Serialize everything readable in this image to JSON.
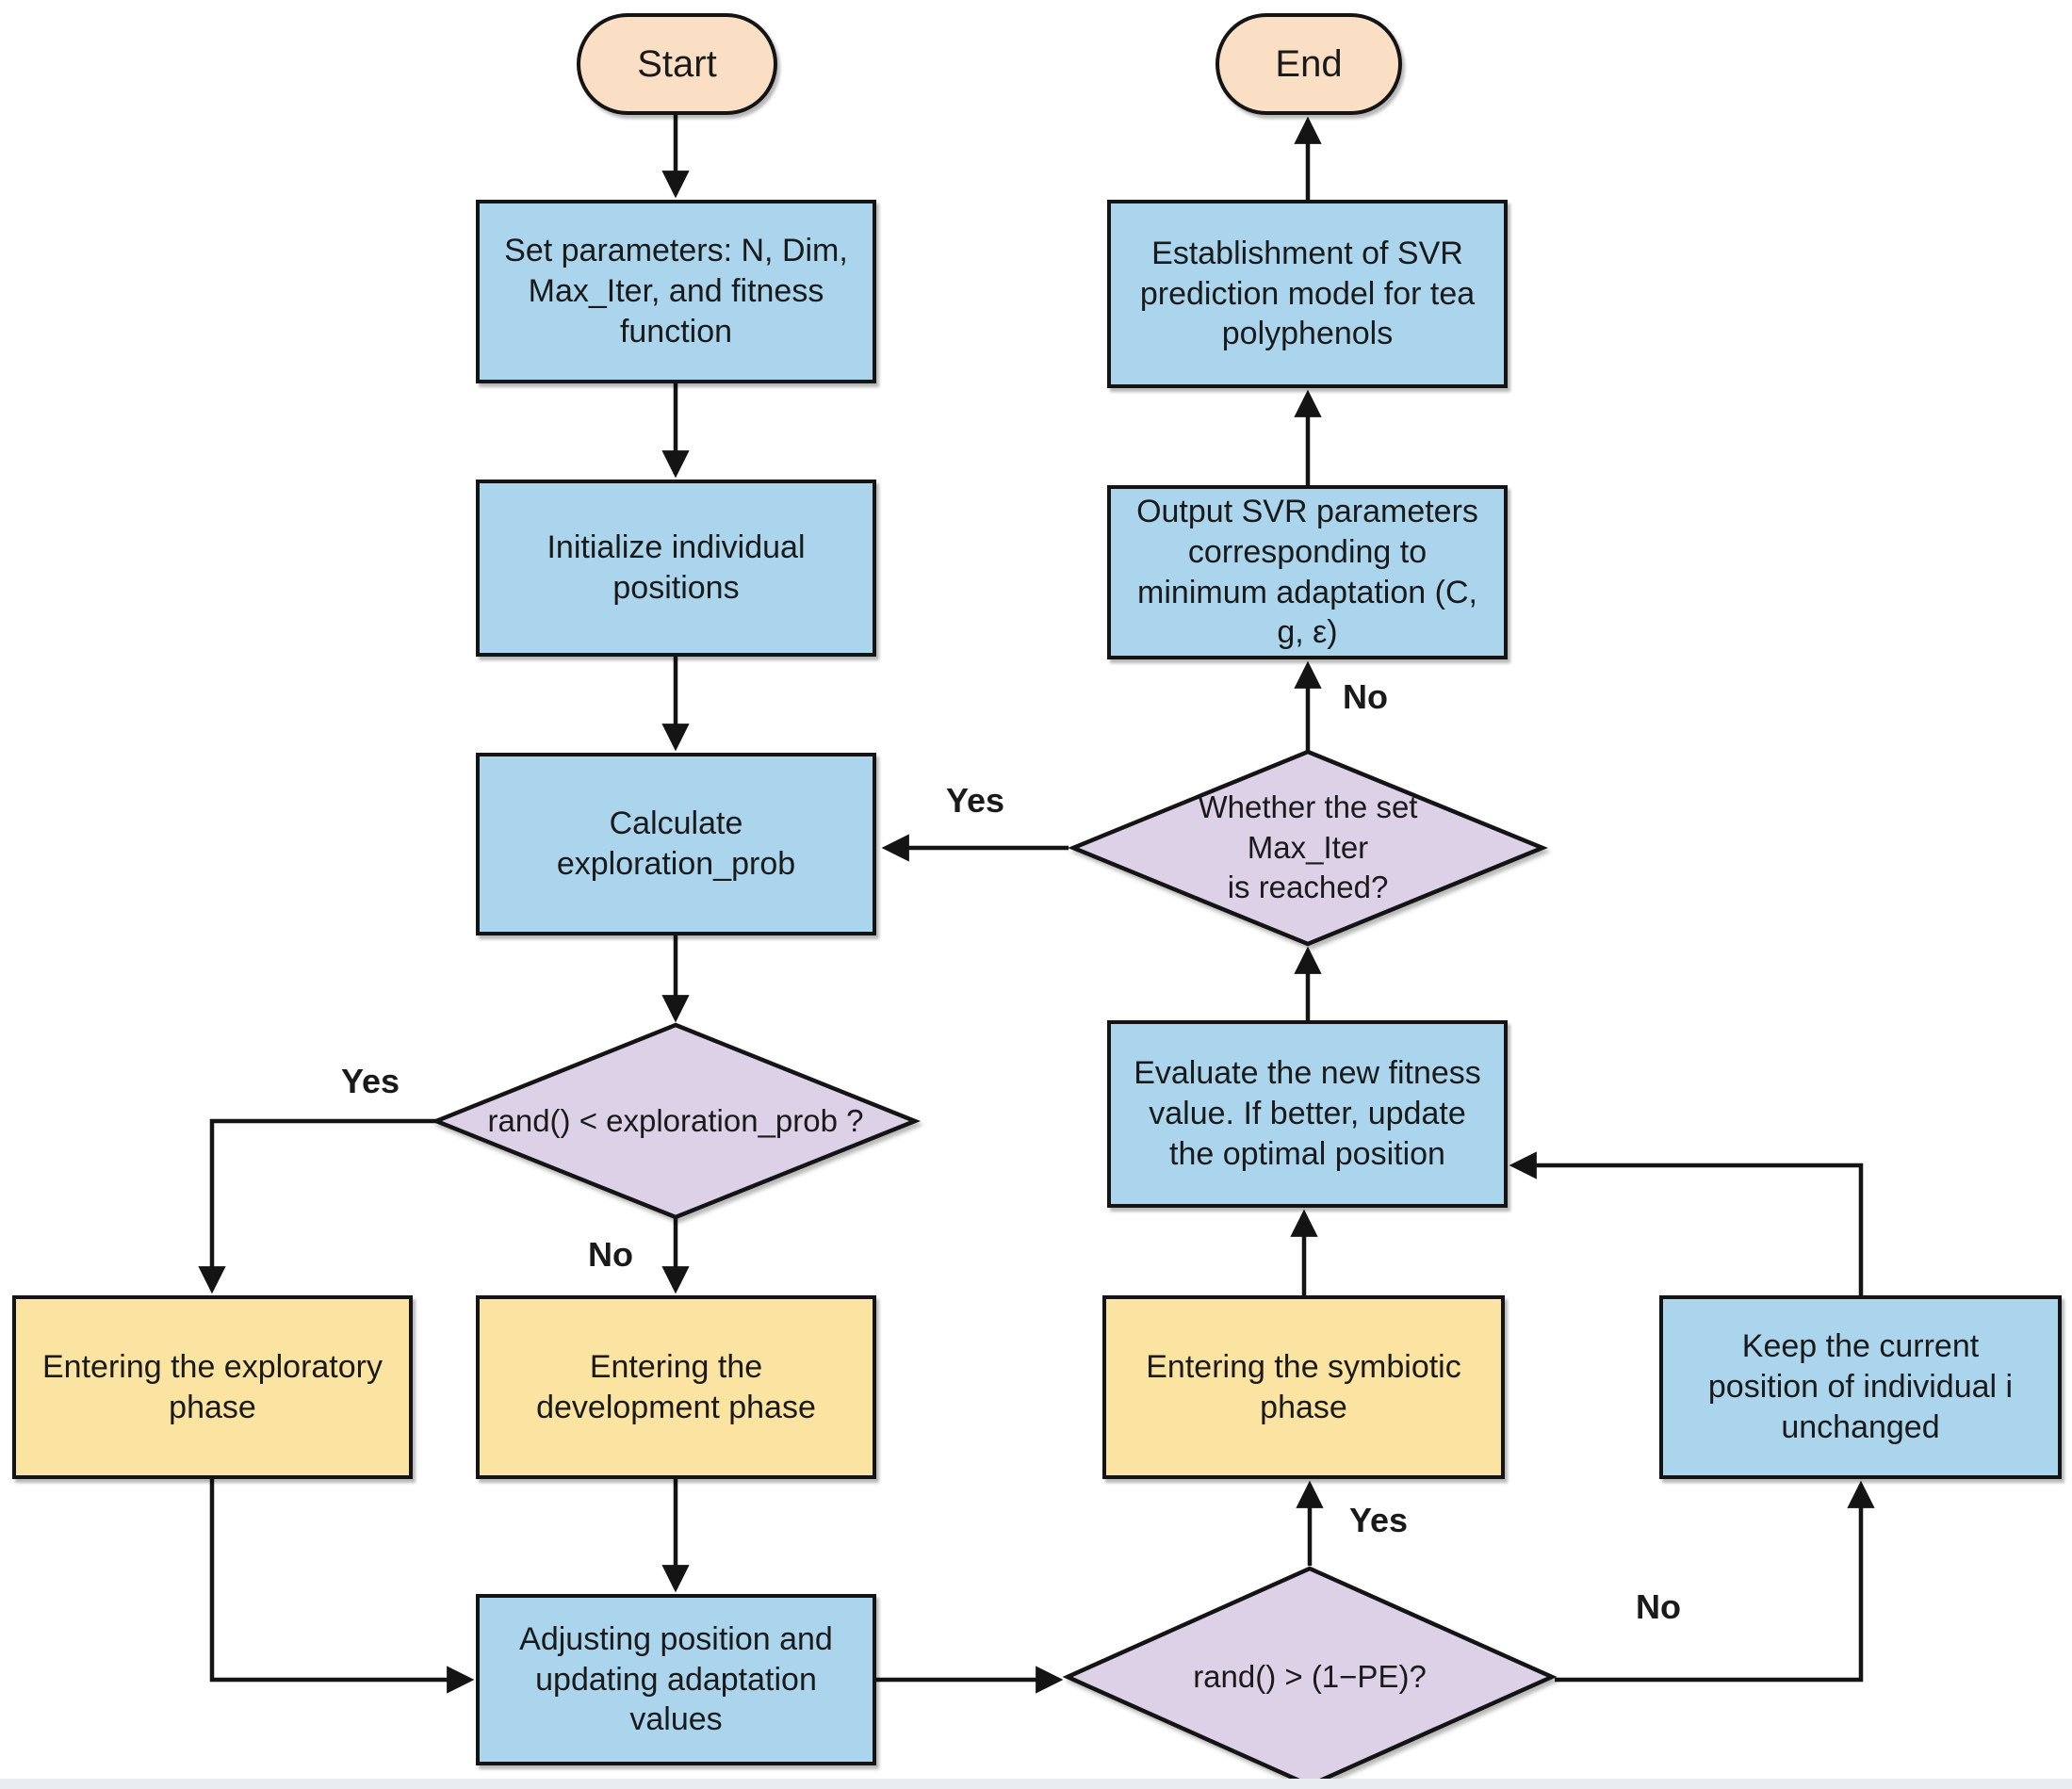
{
  "colors": {
    "process_fill": "#aad5ec",
    "phase_fill": "#fbe3a2",
    "decision_fill": "#ddd1e8",
    "terminator_fill": "#fbdfc4",
    "outline": "#141414",
    "bottom_strip": "#e9edf0"
  },
  "nodes": {
    "start": {
      "label": "Start"
    },
    "set_params": {
      "label": "Set parameters: N, Dim,\nMax_Iter, and fitness\nfunction"
    },
    "initialize": {
      "label": "Initialize individual\npositions"
    },
    "calculate": {
      "label": "Calculate\nexploration_prob"
    },
    "explore_decision": {
      "label": "rand() < exploration_prob ?"
    },
    "exploratory": {
      "label": "Entering the exploratory\nphase"
    },
    "development": {
      "label": "Entering the\ndevelopment phase"
    },
    "adjusting": {
      "label": "Adjusting position and\nupdating adaptation\nvalues"
    },
    "pe_decision": {
      "label": "rand() > (1−PE)?"
    },
    "symbiotic": {
      "label": "Entering the symbiotic\nphase"
    },
    "keep": {
      "label": "Keep the current\nposition of individual i\nunchanged"
    },
    "evaluate": {
      "label": "Evaluate the new fitness\nvalue. If better, update\nthe optimal position"
    },
    "maxiter_decision": {
      "label": "Whether the set\nMax_Iter\nis reached?"
    },
    "output": {
      "label": "Output SVR parameters\ncorresponding to\nminimum adaptation (C,\ng, ε)"
    },
    "establishment": {
      "label": "Establishment of SVR\nprediction model for tea\npolyphenols"
    },
    "end": {
      "label": "End"
    }
  },
  "edge_labels": {
    "explore_yes": "Yes",
    "explore_no": "No",
    "maxiter_yes": "Yes",
    "maxiter_no": "No",
    "pe_yes": "Yes",
    "pe_no": "No"
  }
}
